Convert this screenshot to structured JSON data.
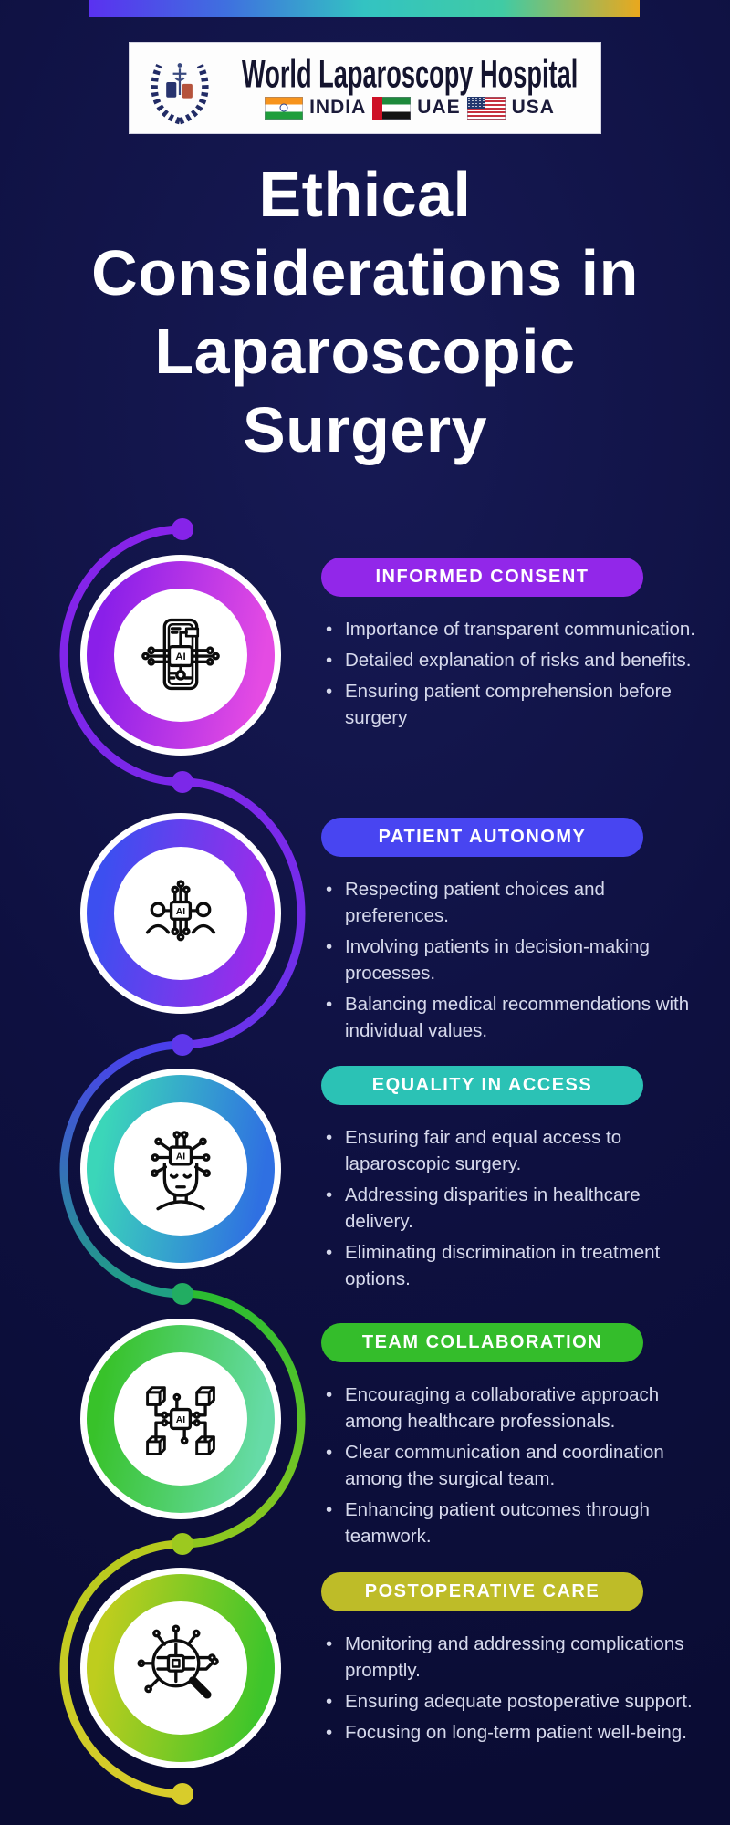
{
  "page": {
    "background": "#0E1040"
  },
  "top_bar": {
    "colors": [
      "#5A31F0",
      "#3F70DF",
      "#33C3C2",
      "#40CBA4",
      "#E9A81E"
    ]
  },
  "logo": {
    "title": "World Laparoscopy Hospital",
    "crest_icon": "laurel-wreath-caduceus-icon",
    "countries": [
      {
        "name": "INDIA",
        "flag_icon": "india-flag-icon"
      },
      {
        "name": "UAE",
        "flag_icon": "uae-flag-icon"
      },
      {
        "name": "USA",
        "flag_icon": "usa-flag-icon"
      }
    ]
  },
  "title": {
    "lines": [
      "Ethical",
      "Considerations in",
      "Laparoscopic",
      "Surgery"
    ],
    "color": "#FFFFFF"
  },
  "timeline": {
    "dots": [
      "#8623E9",
      "#7C28E9",
      "#5F37EB",
      "#22AD62",
      "#9CC91F",
      "#D8CC2B"
    ],
    "segments": [
      {
        "from": "#8623E9",
        "to": "#7A27E9"
      },
      {
        "from": "#7E27E9",
        "to": "#6933EB"
      },
      {
        "from": "#4A3FED",
        "to": "#1FA183"
      },
      {
        "from": "#2BBC31",
        "to": "#8FC81F"
      },
      {
        "from": "#B6CA1D",
        "to": "#D8CC2B"
      }
    ]
  },
  "sections": [
    {
      "label": "INFORMED CONSENT",
      "pill_color": "#9227E9",
      "ring_gradient": [
        "#8A1FE9",
        "#E44BE3"
      ],
      "icon": "ai-smartphone-icon",
      "icon_label": "AI",
      "bullets": [
        "Importance of transparent communication.",
        "Detailed explanation of risks and benefits.",
        "Ensuring patient comprehension before surgery"
      ]
    },
    {
      "label": "PATIENT AUTONOMY",
      "pill_color": "#4845F1",
      "ring_gradient": [
        "#3C4FF0",
        "#9D2BEA"
      ],
      "icon": "ai-team-icon",
      "icon_label": "AI",
      "bullets": [
        "Respecting patient choices and preferences.",
        "Involving patients in decision-making processes.",
        "Balancing medical recommendations with individual values."
      ]
    },
    {
      "label": "EQUALITY IN ACCESS",
      "pill_color": "#2BC2B5",
      "ring_gradient": [
        "#3BD6B9",
        "#2F70E2"
      ],
      "icon": "ai-head-icon",
      "icon_label": "AI",
      "bullets": [
        "Ensuring fair and equal access to laparoscopic surgery.",
        "Addressing disparities in healthcare delivery.",
        "Eliminating discrimination in treatment options."
      ]
    },
    {
      "label": "TEAM COLLABORATION",
      "pill_color": "#34BD2B",
      "ring_gradient": [
        "#38C22A",
        "#66DBA7"
      ],
      "icon": "ai-network-icon",
      "icon_label": "AI",
      "bullets": [
        "Encouraging a collaborative approach among healthcare professionals.",
        "Clear communication and coordination among the surgical team.",
        "Enhancing patient outcomes through teamwork."
      ]
    },
    {
      "label": "POSTOPERATIVE CARE",
      "pill_color": "#BEBC28",
      "ring_gradient": [
        "#BECD1E",
        "#3EC52B"
      ],
      "icon": "ai-search-icon",
      "icon_label": "AI",
      "bullets": [
        "Monitoring and addressing complications promptly.",
        "Ensuring adequate postoperative support.",
        "Focusing on long-term patient well-being."
      ]
    }
  ]
}
